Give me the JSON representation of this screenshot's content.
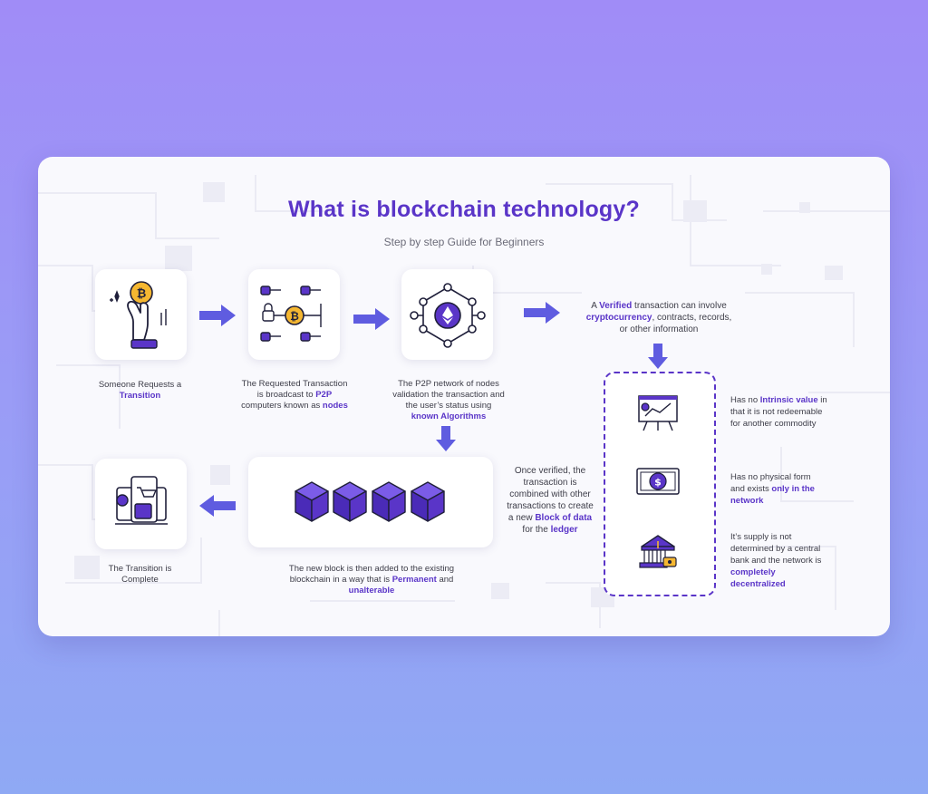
{
  "title": "What is blockchain technology?",
  "subtitle": "Step by step Guide for Beginners",
  "steps": {
    "request": {
      "pre": "Someone Requests a",
      "hl": "Transition"
    },
    "broadcast": {
      "pre": "The Requested Transaction is broadcast to ",
      "hl1": "P2P",
      "mid": " computers known as ",
      "hl2": "nodes"
    },
    "validation": {
      "pre": "The P2P network of nodes validation the transaction and the user’s status using ",
      "hl": "known Algorithms"
    },
    "verified": {
      "pre": "A ",
      "hl1": "Verified",
      "mid1": " transaction can involve ",
      "hl2": "cryptocurrency",
      "rest": ", contracts, records, or other information"
    },
    "combined": {
      "pre": "Once verified, the transaction is combined with other transactions to create a new ",
      "hl1": "Block of data",
      "mid": " for the ",
      "hl2": "ledger"
    },
    "added": {
      "pre": "The new block is then added to the existing blockchain in a way that is ",
      "hl1": "Permanent",
      "mid": " and ",
      "hl2": "unalterable"
    },
    "complete": {
      "line1": "The Transition is",
      "line2": "Complete"
    }
  },
  "properties": {
    "intrinsic": {
      "pre": "Has no ",
      "hl": "Intrinsic value",
      "rest": " in that it is not redeemable for another commodity"
    },
    "physical": {
      "pre": "Has no physical form and exists ",
      "hl": "only in the network"
    },
    "supply": {
      "pre": "It’s supply is not determined by a central bank and the network is ",
      "hl": "completely decentralized"
    }
  },
  "colors": {
    "accent": "#5a35c8",
    "arrow": "#5f5ce0",
    "coin": "#f5b731",
    "navy": "#1f1f3a"
  },
  "icons": [
    "hand-coin-icon",
    "keys-lock-coin-icon",
    "ethereum-network-icon",
    "blocks-chain-icon",
    "computer-cart-icon",
    "chart-board-icon",
    "dollar-bill-icon",
    "bank-icon"
  ]
}
